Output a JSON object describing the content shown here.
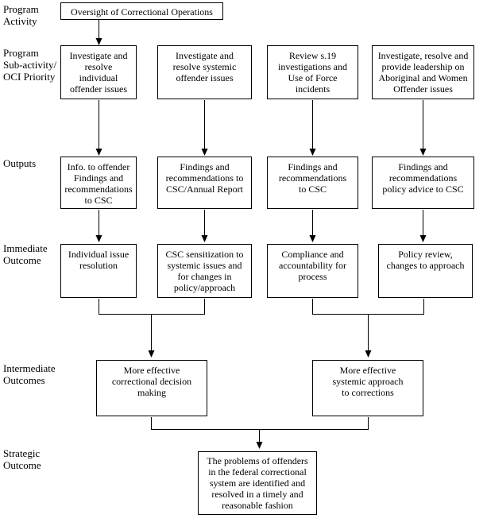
{
  "colors": {
    "line": "#000000",
    "text": "#000000",
    "box_background": "#ffffff",
    "page_background": "#ffffff"
  },
  "row_labels": [
    {
      "text": "Program\nActivity"
    },
    {
      "text": "Program\nSub-activity/\nOCI Priority"
    },
    {
      "text": "Outputs"
    },
    {
      "text": "Immediate\nOutcome"
    },
    {
      "text": "Intermediate\nOutcomes"
    },
    {
      "text": "Strategic\nOutcome"
    }
  ],
  "boxes": {
    "program_activity": {
      "text": "Oversight of Correctional Operations"
    },
    "sub_activities": [
      {
        "text": "Investigate and\nresolve\nindividual\noffender issues"
      },
      {
        "text": "Investigate and\nresolve systemic\noffender issues"
      },
      {
        "text": "Review s.19\ninvestigations and\nUse of Force\nincidents"
      },
      {
        "text": "Investigate, resolve and\nprovide leadership on\nAboriginal and Women\nOffender issues"
      }
    ],
    "outputs": [
      {
        "text": "Info. to offender\nFindings and\nrecommendations\nto CSC"
      },
      {
        "text": "Findings and\nrecommendations to\nCSC/Annual Report"
      },
      {
        "text": "Findings and\nrecommendations\nto CSC"
      },
      {
        "text": "Findings and\nrecommendations\npolicy advice to CSC"
      }
    ],
    "immediate_outcomes": [
      {
        "text": "Individual issue\nresolution"
      },
      {
        "text": "CSC sensitization to\nsystemic issues and\nfor changes in\npolicy/approach"
      },
      {
        "text": "Compliance and\naccountability for\nprocess"
      },
      {
        "text": "Policy review,\nchanges to approach"
      }
    ],
    "intermediate_outcomes": [
      {
        "text": "More effective\ncorrectional decision\nmaking"
      },
      {
        "text": "More effective\nsystemic approach\nto corrections"
      }
    ],
    "strategic_outcome": {
      "text": "The problems of offenders\nin the federal correctional\nsystem are identified and\nresolved in a timely and\nreasonable fashion"
    }
  }
}
